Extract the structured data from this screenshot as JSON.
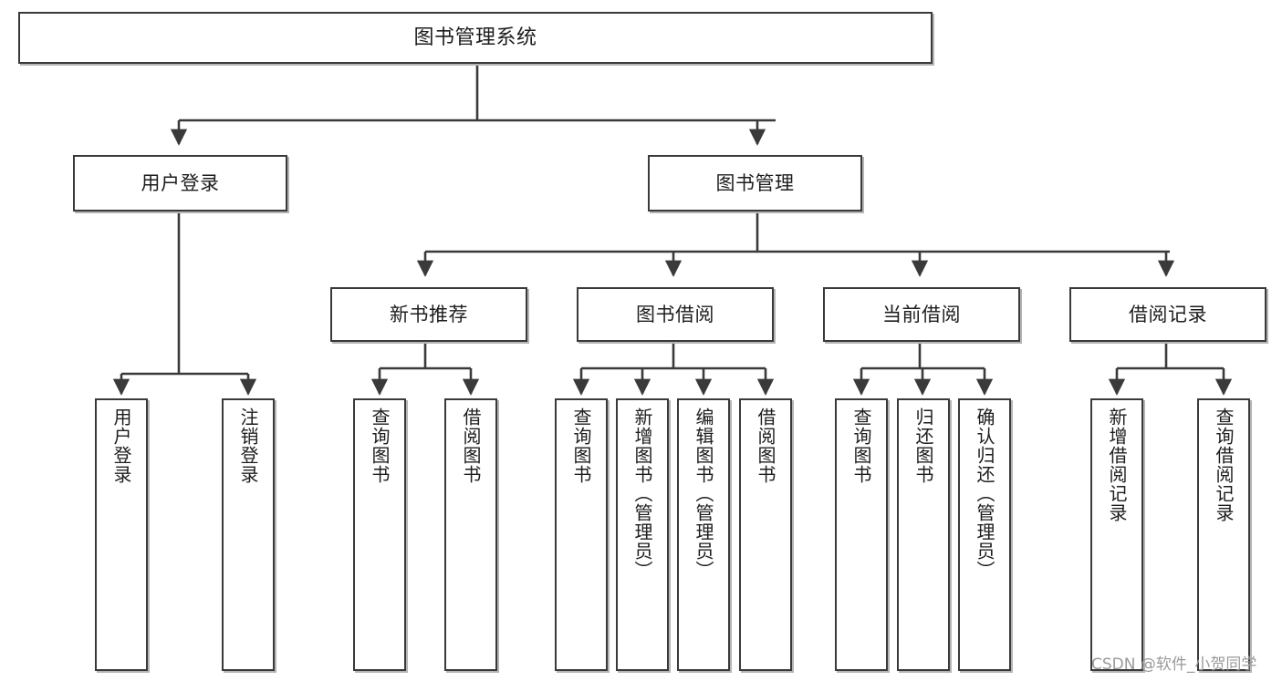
{
  "diagram": {
    "type": "tree-hierarchy-functional-decomposition",
    "root": {
      "label": "图书管理系统"
    },
    "level2": [
      {
        "label": "用户登录"
      },
      {
        "label": "图书管理"
      }
    ],
    "level3": [
      {
        "label": "新书推荐"
      },
      {
        "label": "图书借阅"
      },
      {
        "label": "当前借阅"
      },
      {
        "label": "借阅记录"
      }
    ],
    "leaves": [
      {
        "label": "用户登录"
      },
      {
        "label": "注销登录"
      },
      {
        "label": "查询图书"
      },
      {
        "label": "借阅图书"
      },
      {
        "label": "查询图书"
      },
      {
        "label": "新增图书（管理员）"
      },
      {
        "label": "编辑图书（管理员）"
      },
      {
        "label": "借阅图书"
      },
      {
        "label": "查询图书"
      },
      {
        "label": "归还图书"
      },
      {
        "label": "确认归还（管理员）"
      },
      {
        "label": "新增借阅记录"
      },
      {
        "label": "查询借阅记录"
      }
    ],
    "colors": {
      "box_border": "#3a3a3a",
      "box_fill": "#ffffff",
      "connector": "#3a3a3a",
      "text": "#1d1d1d",
      "watermark": "#9a9a9a",
      "background": "#ffffff"
    }
  },
  "watermark": {
    "text": "CSDN @软件_小贺同学"
  }
}
